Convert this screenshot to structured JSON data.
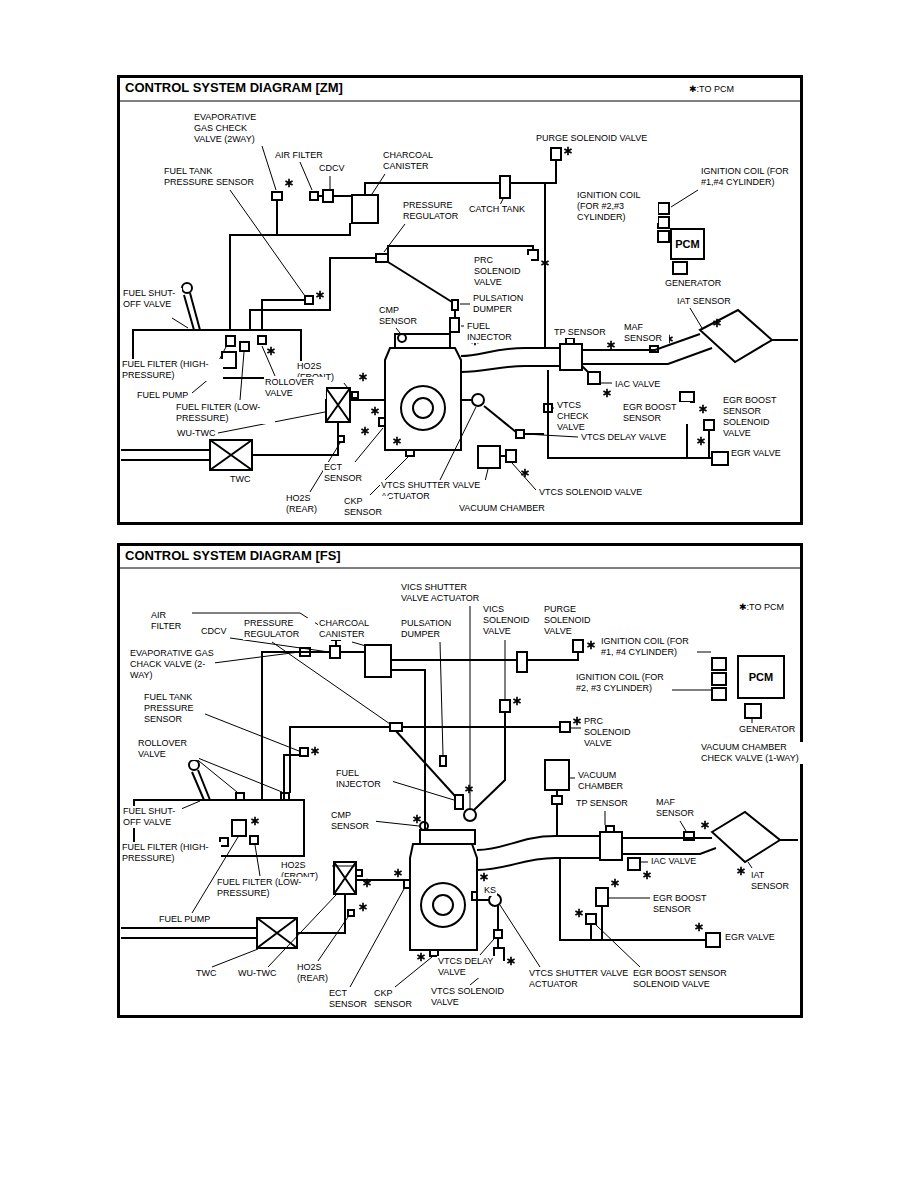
{
  "diagram": {
    "nodes": [
      {
        "text": [
          "CONTROL SYSTEM DIAGRAM [ZM]"
        ]
      },
      {
        "text": [
          "PCM"
        ],
        "in": 0
      },
      {
        "text": [
          "CONTROL SYSTEM DIAGRAM [FS]"
        ]
      },
      {
        "text": [
          "PCM"
        ],
        "in": 2
      }
    ],
    "labels": [
      "✱:TO PCM",
      "EVAPORATIVE GAS CHECK VALVE (2WAY)",
      "AIR FILTER",
      "CDCV",
      "CHARCOAL CANISTER",
      "FUEL TANK PRESSURE SENSOR",
      "PURGE SOLENOID VALVE",
      "IGNITION COIL (FOR #1,#4 CYLINDER)",
      "PRESSURE REGULATOR",
      "CATCH TANK",
      "IGNITION COIL (FOR #2,#3 CYLINDER)",
      "GENERATOR",
      "FUEL SHUT-OFF VALVE",
      "PRC SOLENOID VALVE",
      "PULSATION DUMPER",
      "CMP SENSOR",
      "FUEL INJECTOR",
      "TP SENSOR",
      "MAF SENSOR",
      "IAT SENSOR",
      "HO2S (FRONT)",
      "FUEL FILTER (HIGH-PRESSURE)",
      "ROLLOVER VALVE",
      "FUEL PUMP",
      "IAC VALVE",
      "FUEL FILTER (LOW-PRESSURE)",
      "VTCS CHECK VALVE",
      "EGR BOOST SENSOR",
      "EGR BOOST SENSOR SOLENOID VALVE",
      "WU-TWC",
      "VTCS DELAY VALVE",
      "EGR VALVE",
      "TWC",
      "ECT SENSOR",
      "VTCS SHUTTER VALVE ACTUATOR",
      "VTCS SOLENOID VALVE",
      "HO2S (REAR)",
      "CKP SENSOR",
      "VACUUM CHAMBER",
      "✱:TO PCM",
      "VICS SHUTTER VALVE ACTUATOR",
      "VICS SOLENOID VALVE",
      "PURGE SOLENOID VALVE",
      "AIR FILTER",
      "CDCV",
      "PRESSURE REGULATOR",
      "CHARCOAL CANISTER",
      "PULSATION DUMPER",
      "IGNITION COIL (FOR #1, #4 CYLINDER)",
      "EVAPORATIVE GAS CHACK VALVE (2-WAY)",
      "IGNITION COIL (FOR #2, #3 CYLINDER)",
      "FUEL TANK PRESSURE SENSOR",
      "PRC SOLENOID VALVE",
      "ROLLOVER VALVE",
      "GENERATOR",
      "VACUUM CHAMBER",
      "VACUUM CHAMBER CHECK VALVE (1-WAY)",
      "FUEL INJECTOR",
      "TP SENSOR",
      "MAF SENSOR",
      "CMP SENSOR",
      "FUEL SHUT-OFF VALVE",
      "FUEL FILTER (HIGH-PRESSURE)",
      "IAC VALVE",
      "IAT SENSOR",
      "HO2S (FRONT)",
      "FUEL FILTER (LOW-PRESSURE)",
      "KS",
      "EGR BOOST SENSOR",
      "FUEL PUMP",
      "EGR VALVE",
      "TWC",
      "WU-TWC",
      "HO2S (REAR)",
      "VTCS DELAY VALVE",
      "VTCS SHUTTER VALVE ACTUATOR",
      "EGR BOOST SENSOR SOLENOID VALVE",
      "ECT SENSOR",
      "CKP SENSOR",
      "VTCS SOLENOID VALVE"
    ]
  }
}
